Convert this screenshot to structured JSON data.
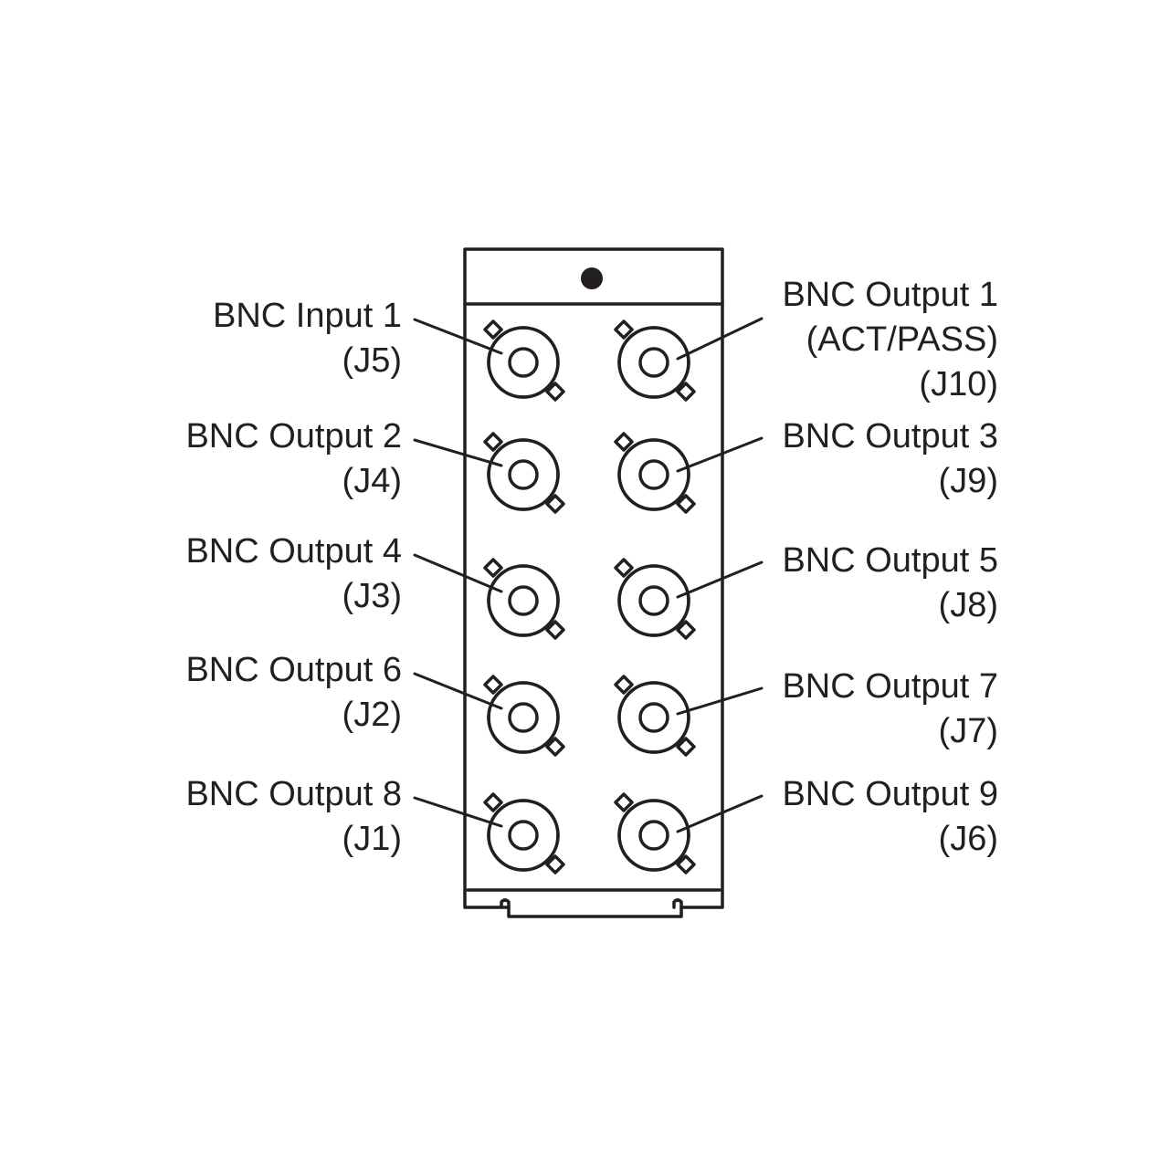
{
  "connectors_left": [
    {
      "lines": [
        "BNC Input 1",
        "(J5)"
      ]
    },
    {
      "lines": [
        "BNC Output 2",
        "(J4)"
      ]
    },
    {
      "lines": [
        "BNC Output 4",
        "(J3)"
      ]
    },
    {
      "lines": [
        "BNC Output 6",
        "(J2)"
      ]
    },
    {
      "lines": [
        "BNC Output 8",
        "(J1)"
      ]
    }
  ],
  "connectors_right": [
    {
      "lines": [
        "BNC Output 1",
        "(ACT/PASS)",
        "(J10)"
      ]
    },
    {
      "lines": [
        "BNC Output 3",
        "(J9)"
      ]
    },
    {
      "lines": [
        "BNC Output 5",
        "(J8)"
      ]
    },
    {
      "lines": [
        "BNC Output 7",
        "(J7)"
      ]
    },
    {
      "lines": [
        "BNC Output 9",
        "(J6)"
      ]
    }
  ],
  "colors": {
    "ink": "#231f20",
    "background": "#ffffff"
  },
  "icons": {
    "connector": "bnc-connector-icon",
    "mount_hole": "mounting-hole-icon"
  }
}
